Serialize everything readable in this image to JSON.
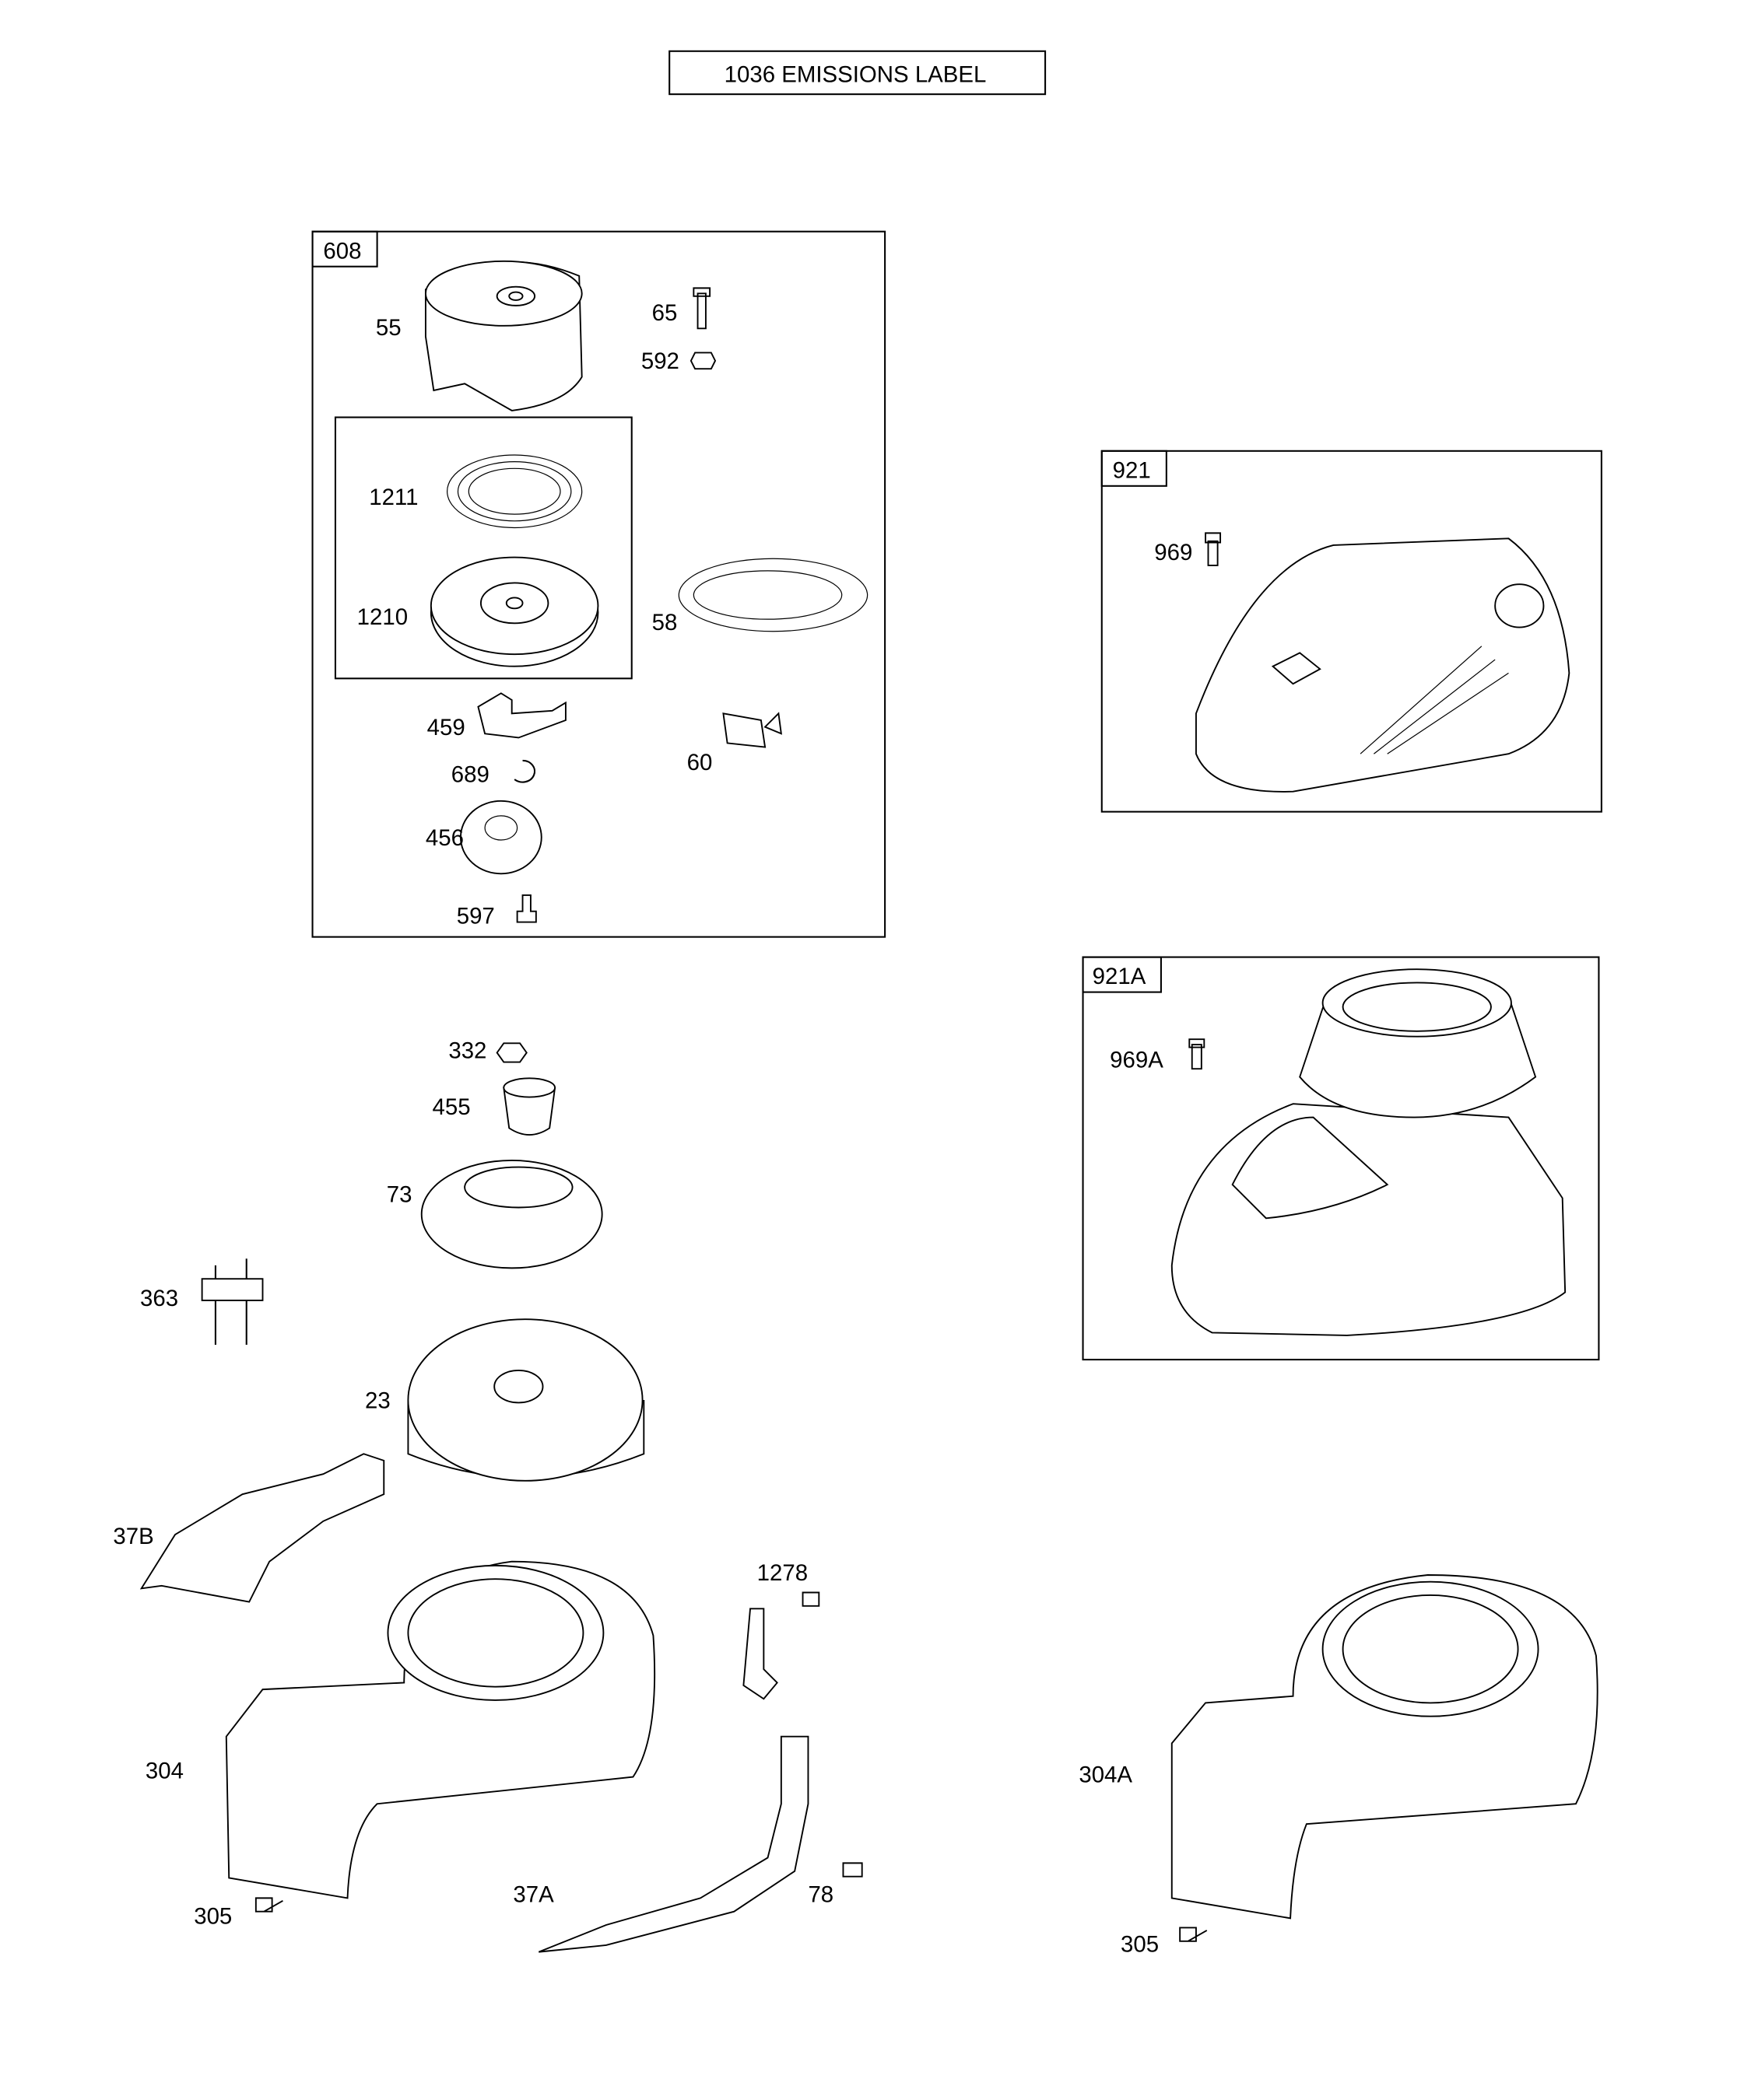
{
  "title_label": "1036 EMISSIONS LABEL",
  "groups": {
    "g608": {
      "tag": "608",
      "parts": {
        "p55": "55",
        "p65": "65",
        "p592": "592",
        "p1211": "1211",
        "p1210": "1210",
        "p58": "58",
        "p459": "459",
        "p60": "60",
        "p689": "689",
        "p456": "456",
        "p597": "597"
      }
    },
    "g921": {
      "tag": "921",
      "parts": {
        "p969": "969"
      }
    },
    "g921A": {
      "tag": "921A",
      "parts": {
        "p969A": "969A"
      }
    }
  },
  "loose_parts": {
    "p332": "332",
    "p455": "455",
    "p73": "73",
    "p363": "363",
    "p23": "23",
    "p37B": "37B",
    "p1278": "1278",
    "p304": "304",
    "p37A": "37A",
    "p78": "78",
    "p305a": "305",
    "p304A": "304A",
    "p305b": "305"
  }
}
